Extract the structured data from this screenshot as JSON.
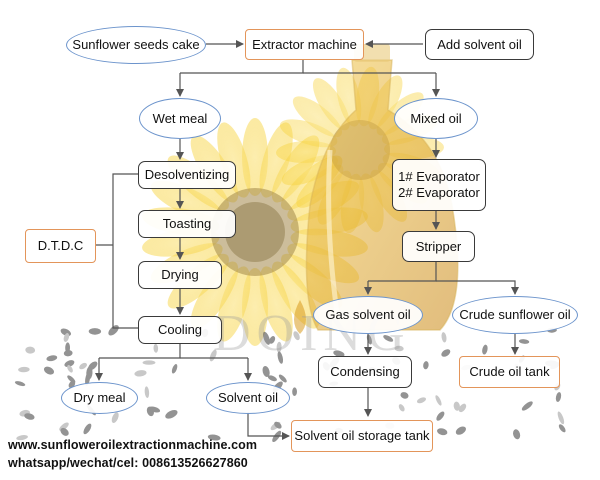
{
  "nodes": {
    "sunflower_seeds_cake": "Sunflower seeds cake",
    "extractor_machine": "Extractor machine",
    "add_solvent_oil": "Add solvent oil",
    "wet_meal": "Wet meal",
    "mixed_oil": "Mixed oil",
    "desolventizing": "Desolventizing",
    "toasting": "Toasting",
    "drying": "Drying",
    "cooling": "Cooling",
    "dtdc": "D.T.D.C",
    "evaporator_1": "1# Evaporator",
    "evaporator_2": "2# Evaporator",
    "stripper": "Stripper",
    "gas_solvent_oil": "Gas solvent oil",
    "crude_sunflower_oil": "Crude sunflower  oil",
    "condensing": "Condensing",
    "crude_oil_tank": "Crude oil tank",
    "dry_meal": "Dry meal",
    "solvent_oil": "Solvent  oil",
    "solvent_oil_storage_tank": "Solvent oil storage tank"
  },
  "footer": {
    "website": "www.sunfloweroilextractionmachine.com",
    "contact": "whatsapp/wechat/cel:  008613526627860"
  },
  "watermark": "DOING",
  "colors": {
    "box_border_orange": "#e3955a",
    "box_border_dark": "#3a3a3a",
    "oval_border_blue": "#6c94cc",
    "arrow": "#555555",
    "petal_yellow": "#f7d23a",
    "oil_amber": "#d99a1e"
  }
}
